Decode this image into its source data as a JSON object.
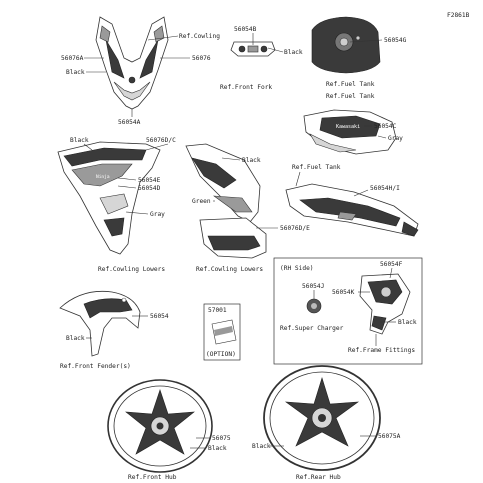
{
  "diagram_code": "F2861B",
  "cowling_upper": {
    "part_a": "56076A",
    "part_b": "56076",
    "part_c": "56054A",
    "color": "Black",
    "ref": "Ref.Cowling"
  },
  "front_fork": {
    "part": "56054B",
    "color": "Black",
    "ref": "Ref.Front Fork"
  },
  "fuel_tank_top": {
    "part": "56054G",
    "ref_a": "Ref.Fuel Tank",
    "ref_b": "Ref.Fuel Tank"
  },
  "fuel_tank_side": {
    "part": "56054C",
    "color": "Gray"
  },
  "cowling_lower_left": {
    "part_a": "56076D/C",
    "part_b": "56054E",
    "part_c": "56054D",
    "color_a": "Black",
    "color_b": "Gray",
    "ref": "Ref.Cowling Lowers"
  },
  "cowling_lower_right": {
    "part": "56076D/E",
    "color_a": "Black",
    "color_b": "Green",
    "ref": "Ref.Cowling Lowers"
  },
  "tail_cover": {
    "part": "56054H/I",
    "ref": "Ref.Fuel Tank"
  },
  "rh_side": {
    "title": "(RH Side)",
    "part_a": "56054F",
    "part_b": "56054J",
    "part_c": "56054K",
    "color": "Black",
    "ref_a": "Ref.Super Charger",
    "ref_b": "Ref.Frame Fittings"
  },
  "front_fender": {
    "part": "56054",
    "color": "Black",
    "ref": "Ref.Front Fender(s)"
  },
  "option_label": {
    "part": "57001",
    "note": "(OPTION)"
  },
  "front_hub": {
    "part": "56075",
    "color": "Black",
    "ref": "Ref.Front Hub"
  },
  "rear_hub": {
    "part": "56075A",
    "color": "Black",
    "ref": "Ref.Rear Hub"
  }
}
